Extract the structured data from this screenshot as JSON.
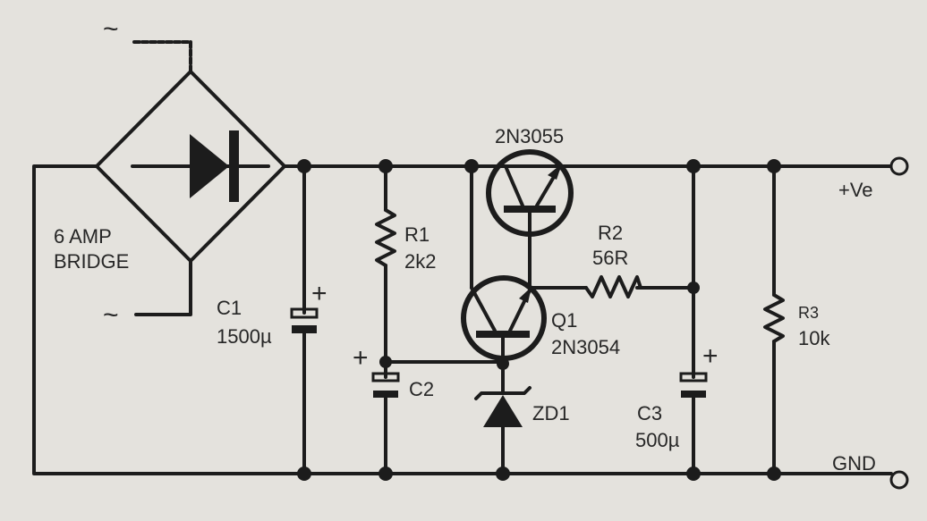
{
  "title": "Regulated power supply schematic",
  "labels": {
    "ac_top": "~",
    "ac_bottom": "~",
    "bridge_line1": "6 AMP",
    "bridge_line2": "BRIDGE",
    "c1_name": "C1",
    "c1_value": "1500µ",
    "r1_name": "R1",
    "r1_value": "2k2",
    "c2_name": "C2",
    "q_pass": "2N3055",
    "r2_name": "R2",
    "r2_value": "56R",
    "q1_name": "Q1",
    "q1_value": "2N3054",
    "zd1_name": "ZD1",
    "c3_name": "C3",
    "c3_value": "500µ",
    "r3_name": "R3",
    "r3_value": "10k",
    "out_pos": "+Ve",
    "out_gnd": "GND",
    "plus": "+"
  },
  "colors": {
    "ink": "#1c1c1c",
    "paper": "#e4e2dd"
  }
}
